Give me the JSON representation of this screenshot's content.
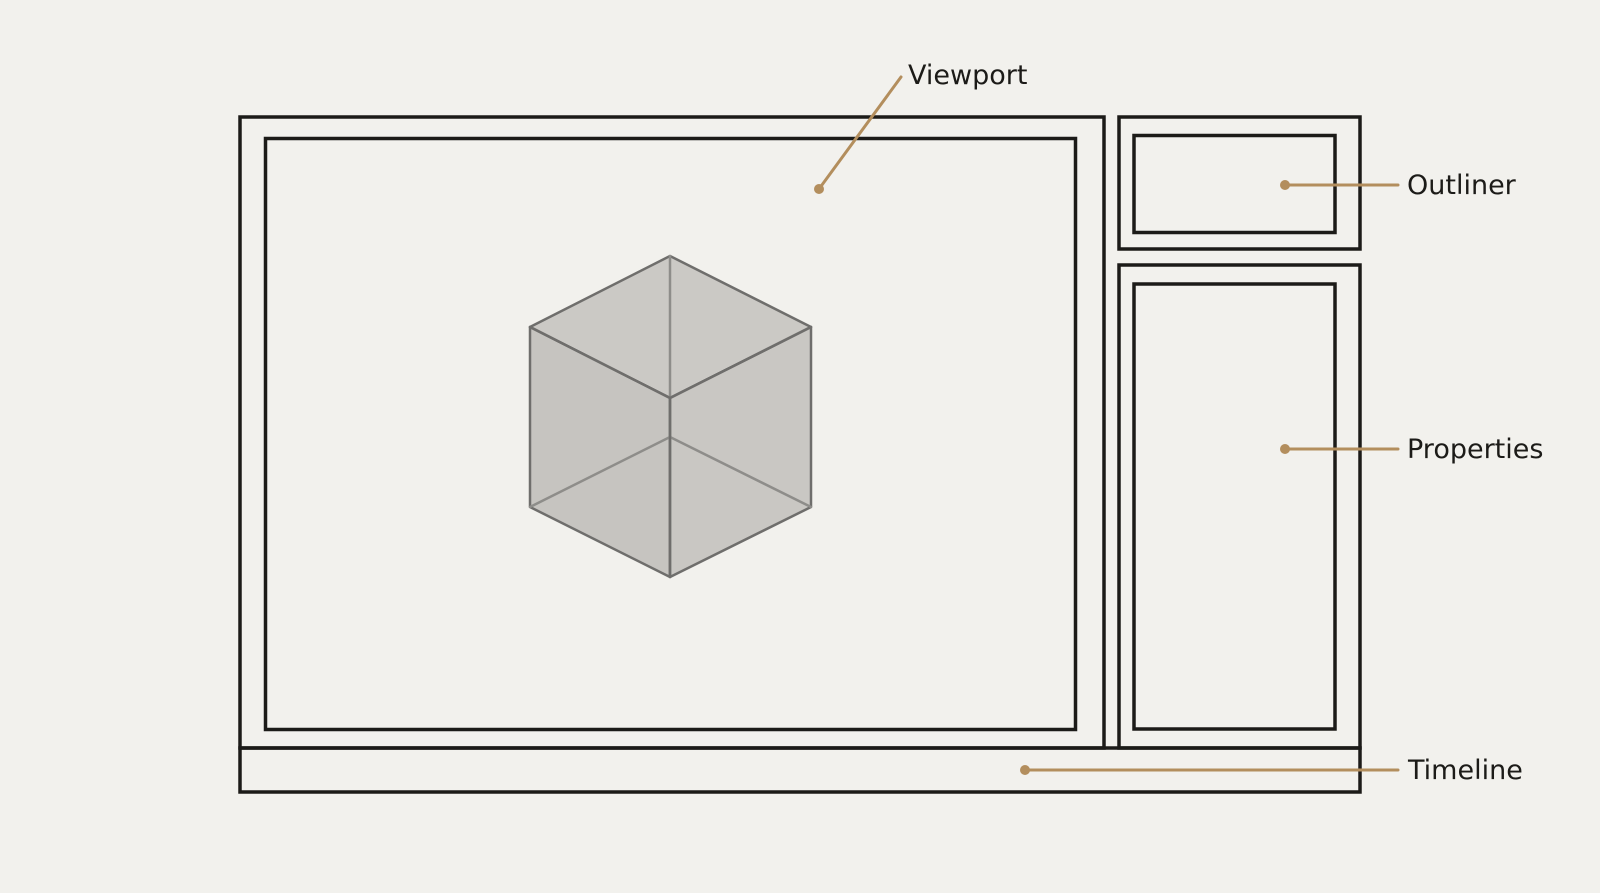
{
  "colors": {
    "background": "#f2f1ed",
    "outline": "#1c1b18",
    "accent": "#b38e5d",
    "cube_fill": "#c9c7c3",
    "cube_stroke": "#6f6e6c"
  },
  "callouts": {
    "viewport": "Viewport",
    "outliner": "Outliner",
    "properties": "Properties",
    "timeline": "Timeline"
  },
  "icons": {
    "cube": "wireframe-cube-icon"
  }
}
